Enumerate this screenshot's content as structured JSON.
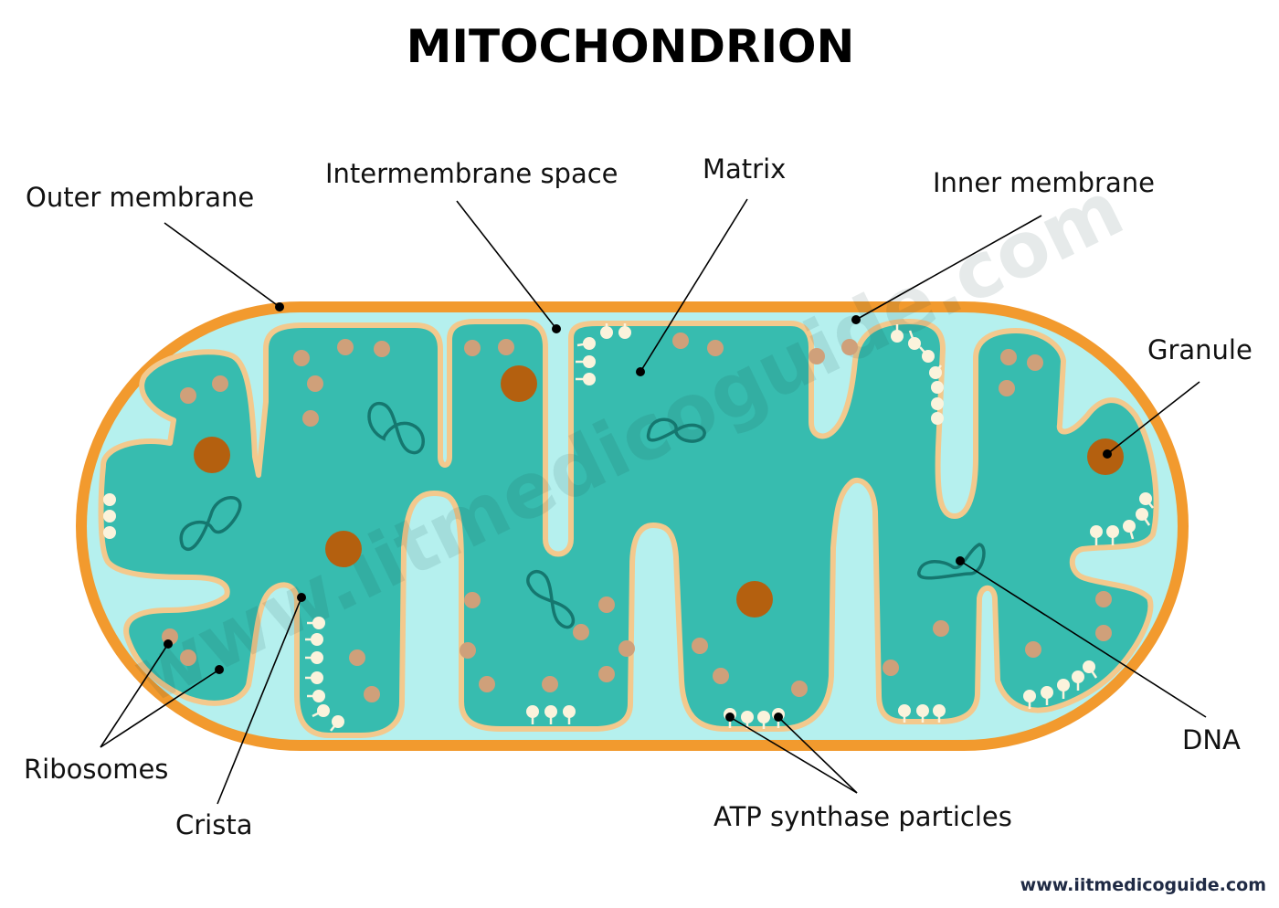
{
  "title": "MITOCHONDRION",
  "labels": {
    "outer_membrane": "Outer membrane",
    "intermembrane_space": "Intermembrane space",
    "matrix": "Matrix",
    "inner_membrane": "Inner membrane",
    "granule": "Granule",
    "dna": "DNA",
    "atp_synthase": "ATP synthase particles",
    "ribosomes": "Ribosomes",
    "crista": "Crista"
  },
  "watermark": "www.iitmedicoguide.com",
  "credit": "www.iitmedicoguide.com",
  "colors": {
    "outer_membrane": "#f29a2e",
    "intermembrane_space": "#b5f0ee",
    "matrix": "#37bcaf",
    "inner_membrane": "#f3c98d",
    "granule": "#b4600f",
    "ribosome": "#cfa07a",
    "dna": "#15776f",
    "atp_synthase": "#fbf3dc"
  }
}
